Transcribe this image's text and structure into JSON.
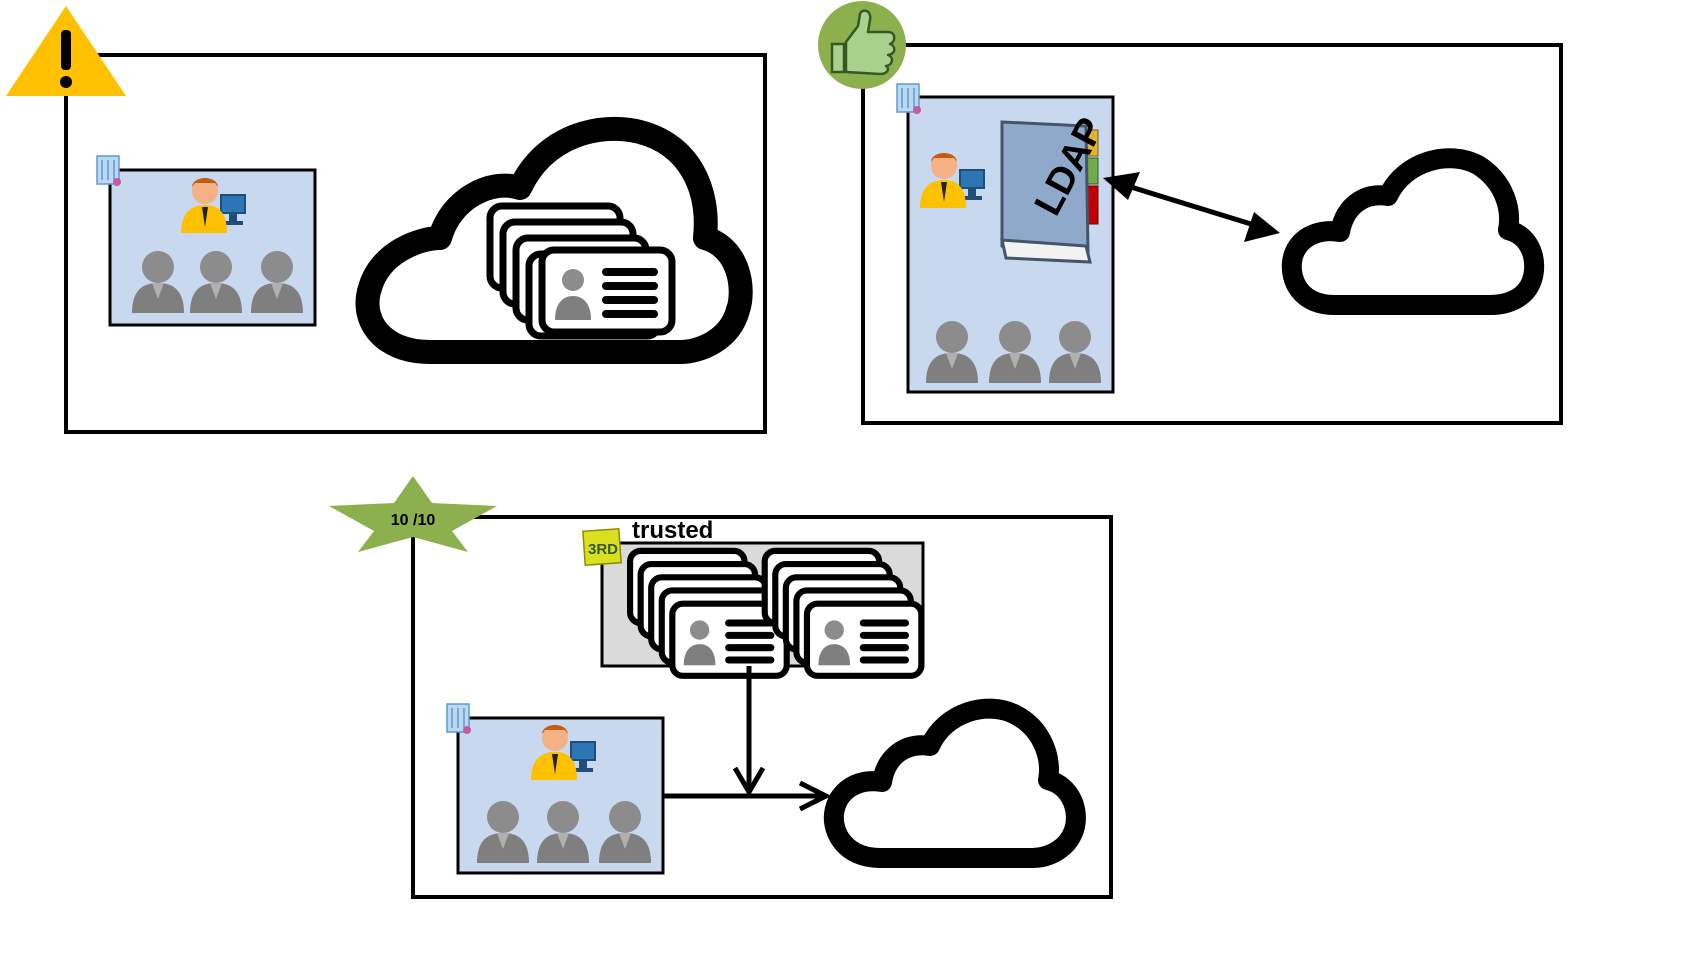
{
  "rating": {
    "label": "10 /10"
  },
  "trusted_box": {
    "label": "trusted"
  },
  "directory": {
    "label": "LDAP"
  },
  "third_party": {
    "label": "3RD"
  },
  "colors": {
    "warning": "#FFC000",
    "success": "#8DB04E",
    "org_panel": "#C7D8EF",
    "trusted_panel": "#DADADA",
    "outline": "#000000",
    "person_gray": "#7F7F7F"
  },
  "icons": [
    "warning-icon",
    "thumbs-up-icon",
    "star-badge",
    "cloud-icon",
    "id-card-icon",
    "person-icon",
    "admin-icon",
    "building-icon",
    "ldap-book-icon",
    "third-party-note-icon"
  ]
}
